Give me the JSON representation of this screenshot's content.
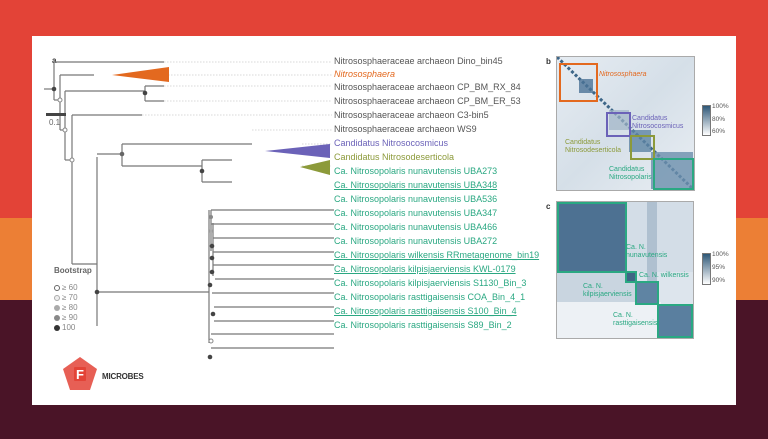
{
  "background": {
    "band_colors": [
      "#e34337",
      "#ec7f35",
      "#4a1427"
    ]
  },
  "figure": {
    "panel_a": {
      "label": "a",
      "scale_bar": "0.1",
      "leaves": [
        {
          "text": "Nitrososphaeraceae archaeon Dino_bin45",
          "color": "#555555",
          "italic": false,
          "underline": false
        },
        {
          "text": "Nitrososphaera",
          "color": "#e3691f",
          "italic": true,
          "underline": false
        },
        {
          "text": "Nitrososphaeraceae archaeon CP_BM_RX_84",
          "color": "#555555",
          "italic": false,
          "underline": false
        },
        {
          "text": "Nitrososphaeraceae archaeon CP_BM_ER_53",
          "color": "#555555",
          "italic": false,
          "underline": false
        },
        {
          "text": "Nitrososphaeraceae archaeon C3-bin5",
          "color": "#555555",
          "italic": false,
          "underline": false
        },
        {
          "text": "Nitrososphaeraceae archaeon WS9",
          "color": "#555555",
          "italic": false,
          "underline": false
        },
        {
          "text": "Candidatus Nitrosocosmicus",
          "color": "#6b62b8",
          "italic": false,
          "underline": false
        },
        {
          "text": "Candidatus Nitrosodeserticola",
          "color": "#8c9a3a",
          "italic": false,
          "underline": false
        },
        {
          "text": "Ca. Nitrosopolaris nunavutensis UBA273",
          "color": "#2aa882",
          "italic": false,
          "underline": false
        },
        {
          "text": "Ca. Nitrosopolaris nunavutensis UBA348",
          "color": "#2aa882",
          "italic": false,
          "underline": true
        },
        {
          "text": "Ca. Nitrosopolaris nunavutensis UBA536",
          "color": "#2aa882",
          "italic": false,
          "underline": false
        },
        {
          "text": "Ca. Nitrosopolaris nunavutensis UBA347",
          "color": "#2aa882",
          "italic": false,
          "underline": false
        },
        {
          "text": "Ca. Nitrosopolaris nunavutensis UBA466",
          "color": "#2aa882",
          "italic": false,
          "underline": false
        },
        {
          "text": "Ca. Nitrosopolaris nunavutensis UBA272",
          "color": "#2aa882",
          "italic": false,
          "underline": false
        },
        {
          "text": "Ca. Nitrosopolaris wilkensis RRmetagenome_bin19",
          "color": "#2aa882",
          "italic": false,
          "underline": true
        },
        {
          "text": "Ca. Nitrosopolaris kilpisjaerviensis KWL-0179",
          "color": "#2aa882",
          "italic": false,
          "underline": true
        },
        {
          "text": "Ca. Nitrosopolaris kilpisjaerviensis S1130_Bin_3",
          "color": "#2aa882",
          "italic": false,
          "underline": false
        },
        {
          "text": "Ca. Nitrosopolaris rasttigaisensis COA_Bin_4_1",
          "color": "#2aa882",
          "italic": false,
          "underline": false
        },
        {
          "text": "Ca. Nitrosopolaris rasttigaisensis S100_Bin_4",
          "color": "#2aa882",
          "italic": false,
          "underline": true
        },
        {
          "text": "Ca. Nitrosopolaris rasttigaisensis S89_Bin_2",
          "color": "#2aa882",
          "italic": false,
          "underline": false
        }
      ],
      "legend": {
        "title": "Bootstrap",
        "items": [
          "≥ 60",
          "≥ 70",
          "≥ 80",
          "≥ 90",
          "100"
        ]
      }
    },
    "panel_b": {
      "label": "b",
      "groups": [
        {
          "name": "Nitrososphaera",
          "color": "#e3691f"
        },
        {
          "name": "Candidatus Nitrosocosmicus",
          "color": "#6b62b8"
        },
        {
          "name": "Candidatus Nitrosodeserticola",
          "color": "#8c9a3a"
        },
        {
          "name": "Candidatus Nitrosopolaris",
          "color": "#2aa882"
        }
      ],
      "colorbar": [
        "100%",
        "80%",
        "60%"
      ]
    },
    "panel_c": {
      "label": "c",
      "groups": [
        {
          "name": "Ca. N. nunavutensis"
        },
        {
          "name": "Ca. N. wilkensis"
        },
        {
          "name": "Ca. N. kilpisjaerviensis"
        },
        {
          "name": "Ca. N. rasttigaisensis"
        }
      ],
      "colorbar": [
        "100%",
        "95%",
        "90%"
      ]
    }
  },
  "logo": {
    "letter": "F",
    "text": "MICROBES"
  }
}
